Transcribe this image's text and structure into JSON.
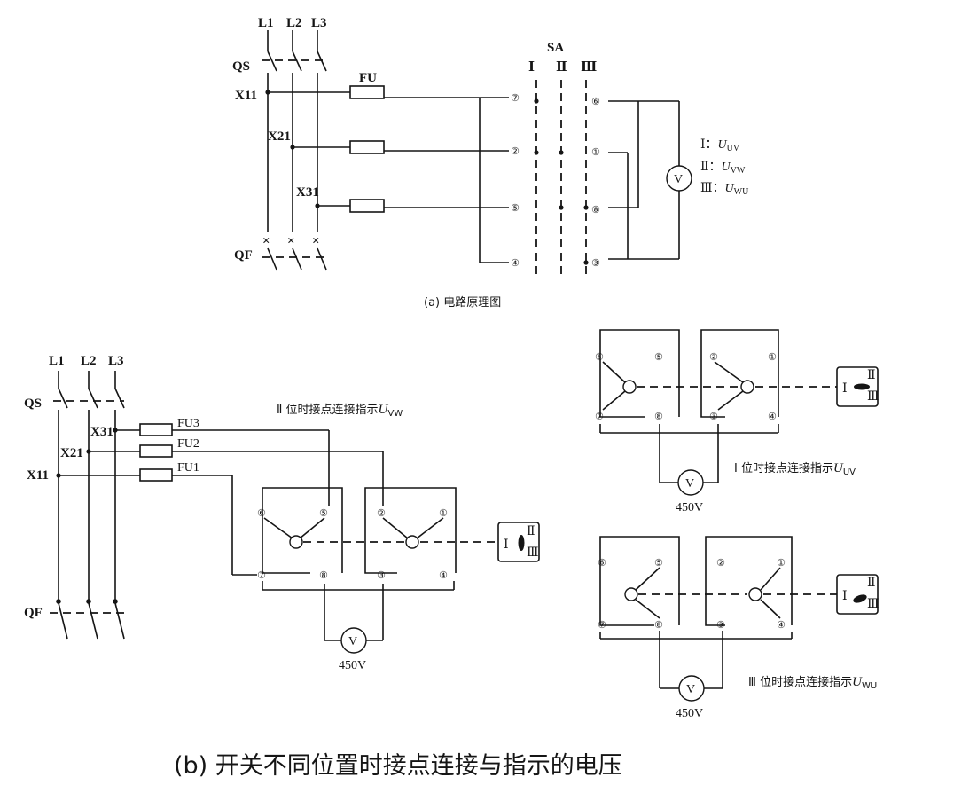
{
  "part_a": {
    "phases": [
      "L1",
      "L2",
      "L3"
    ],
    "qs": "QS",
    "qf": "QF",
    "x11": "X11",
    "x21": "X21",
    "x31": "X31",
    "fu": "FU",
    "sa": "SA",
    "positions": [
      "Ⅰ",
      "Ⅱ",
      "Ⅲ"
    ],
    "left_terminals": [
      "⑦",
      "②",
      "⑤",
      "④"
    ],
    "right_terminals": [
      "⑥",
      "①",
      "⑧",
      "③"
    ],
    "meter": "V",
    "legend": [
      {
        "pos": "Ⅰ：",
        "u": "U",
        "sub": "UV"
      },
      {
        "pos": "Ⅱ：",
        "u": "U",
        "sub": "VW"
      },
      {
        "pos": "Ⅲ：",
        "u": "U",
        "sub": "WU"
      }
    ],
    "caption": "(a) 电路原理图"
  },
  "part_b": {
    "phases": [
      "L1",
      "L2",
      "L3"
    ],
    "qs": "QS",
    "qf": "QF",
    "x11": "X11",
    "x21": "X21",
    "x31": "X31",
    "fu1": "FU1",
    "fu2": "FU2",
    "fu3": "FU3",
    "title_ii_prefix": "Ⅱ 位时接点连接指示",
    "title_u": "U",
    "title_sub": "VW",
    "terminals_top": [
      "⑥",
      "⑤",
      "②",
      "①"
    ],
    "terminals_bottom": [
      "⑦",
      "⑧",
      "③",
      "④"
    ],
    "meter": "V",
    "voltage": "450V",
    "knob": {
      "i": "Ⅰ",
      "ii": "Ⅱ",
      "iii": "Ⅲ"
    }
  },
  "pos_i": {
    "terminals_top": [
      "⑥",
      "⑤",
      "②",
      "①"
    ],
    "terminals_bottom": [
      "⑦",
      "⑧",
      "③",
      "④"
    ],
    "meter": "V",
    "voltage": "450V",
    "label_prefix": "Ⅰ 位时接点连接指示",
    "label_u": "U",
    "label_sub": "UV",
    "knob": {
      "i": "Ⅰ",
      "ii": "Ⅱ",
      "iii": "Ⅲ"
    }
  },
  "pos_iii": {
    "terminals_top": [
      "⑥",
      "⑤",
      "②",
      "①"
    ],
    "terminals_bottom": [
      "⑦",
      "⑧",
      "③",
      "④"
    ],
    "meter": "V",
    "voltage": "450V",
    "label_prefix": "Ⅲ 位时接点连接指示",
    "label_u": "U",
    "label_sub": "WU",
    "knob": {
      "i": "Ⅰ",
      "ii": "Ⅱ",
      "iii": "Ⅲ"
    }
  },
  "bottom_caption": "(b) 开关不同位置时接点连接与指示的电压"
}
